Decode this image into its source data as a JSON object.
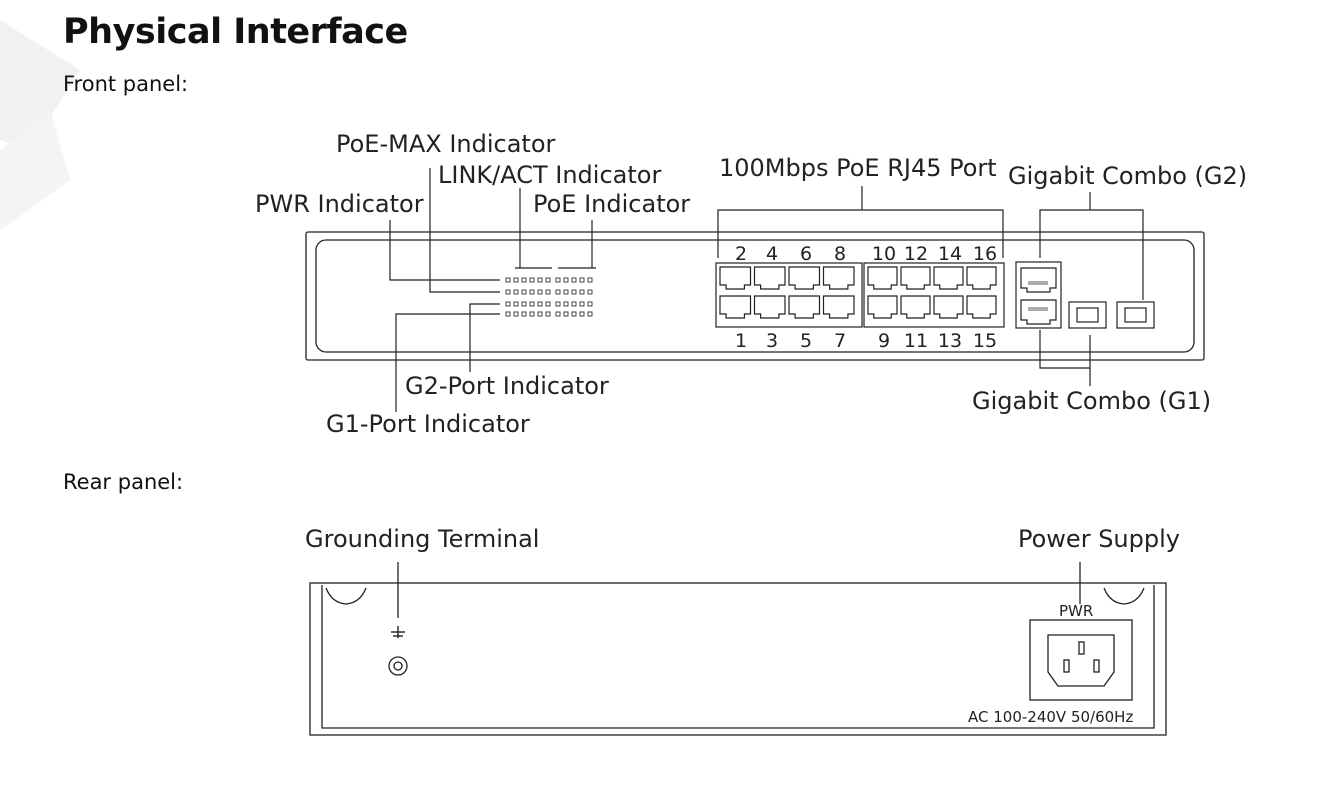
{
  "page": {
    "title": "Physical Interface",
    "front_caption": "Front panel:",
    "rear_caption": "Rear panel:"
  },
  "front_panel": {
    "labels": {
      "poe_max": "PoE-MAX Indicator",
      "link_act": "LINK/ACT Indicator",
      "poe": "PoE Indicator",
      "pwr": "PWR Indicator",
      "rj45": "100Mbps PoE RJ45 Port",
      "combo_g2": "Gigabit Combo (G2)",
      "combo_g1": "Gigabit Combo (G1)",
      "g2_port": "G2-Port Indicator",
      "g1_port": "G1-Port Indicator"
    },
    "top_port_numbers": [
      "2",
      "4",
      "6",
      "8",
      "10",
      "12",
      "14",
      "16"
    ],
    "bottom_port_numbers": [
      "1",
      "3",
      "5",
      "7",
      "9",
      "11",
      "13",
      "15"
    ]
  },
  "rear_panel": {
    "labels": {
      "grounding": "Grounding Terminal",
      "power_supply": "Power Supply",
      "pwr": "PWR",
      "ac_rating": "AC 100-240V 50/60Hz"
    }
  },
  "colors": {
    "line": "#222222",
    "watermark": "#eeeeee"
  }
}
